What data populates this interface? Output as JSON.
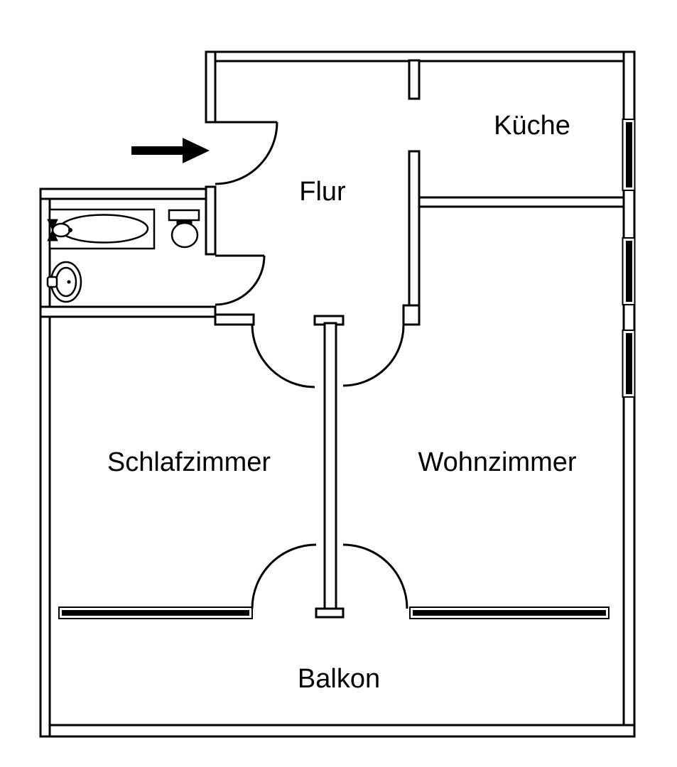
{
  "floorplan": {
    "background_color": "#ffffff",
    "line_color": "#000000",
    "rooms": {
      "hallway": {
        "label": "Flur"
      },
      "kitchen": {
        "label": "Küche"
      },
      "bedroom": {
        "label": "Schlafzimmer"
      },
      "living_room": {
        "label": "Wohnzimmer"
      },
      "balcony": {
        "label": "Balkon"
      }
    },
    "fixtures": {
      "bathtub": "bathtub-icon",
      "toilet": "toilet-icon",
      "sink": "sink-icon"
    },
    "entrance": {
      "icon": "arrow-right-icon"
    },
    "window_count_right_wall": 3,
    "balcony_window_bands": 2
  }
}
